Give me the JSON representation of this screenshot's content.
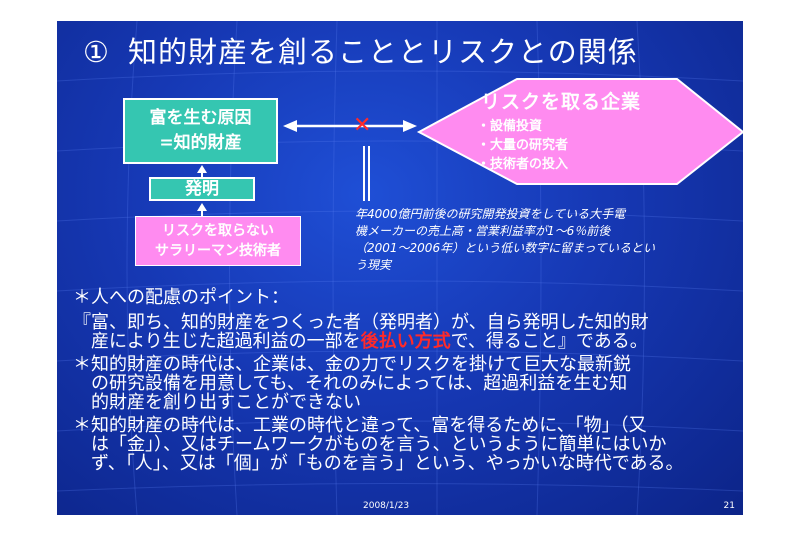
{
  "title": {
    "number": "①",
    "text": "知的財産を創ることとリスクとの関係"
  },
  "diagram": {
    "wealth_box": {
      "line1": "富を生む原因",
      "line2": "=知的財産"
    },
    "invention_box": {
      "label": "発明"
    },
    "engineer_box": {
      "line1": "リスクを取らない",
      "line2": "サラリーマン技術者"
    },
    "risk_diamond": {
      "title": "リスクを取る企業",
      "items": [
        "・設備投資",
        "・大量の研究者",
        "・技術者の投入"
      ]
    },
    "cross_mark": "✕",
    "note_lines": [
      "年4000億円前後の研究開発投資をしている大手電",
      "機メーカーの売上高・営業利益率が1～6％前後",
      "（2001～2006年）という低い数字に留まっているとい",
      "う現実"
    ]
  },
  "body": {
    "p1": "＊人への配慮のポイント：",
    "p2a": "『富、即ち、知的財産をつくった者（発明者）が、自ら発明した知的財",
    "p2b_before": "産により生じた超過利益の一部を",
    "p2b_red": "後払い方式",
    "p2b_after": "で、得ること』である。",
    "p3a": "＊知的財産の時代は、企業は、金の力でリスクを掛けて巨大な最新鋭",
    "p3b": "の研究設備を用意しても、それのみによっては、超過利益を生む知",
    "p3c": "的財産を創り出すことができない",
    "p4a": "＊知的財産の時代は、工業の時代と違って、富を得るために、「物」（又",
    "p4b": "は「金」）、又はチームワークがものを言う、というように簡単にはいか",
    "p4c": "ず、「人」、又は「個」が「ものを言う」という、やっかいな時代である。"
  },
  "footer": {
    "date": "2008/1/23",
    "page": "21"
  },
  "colors": {
    "background": "#1638b4",
    "teal": "#35c6b1",
    "pink": "#ff8bf0",
    "accent_red": "#ff2a2a"
  }
}
